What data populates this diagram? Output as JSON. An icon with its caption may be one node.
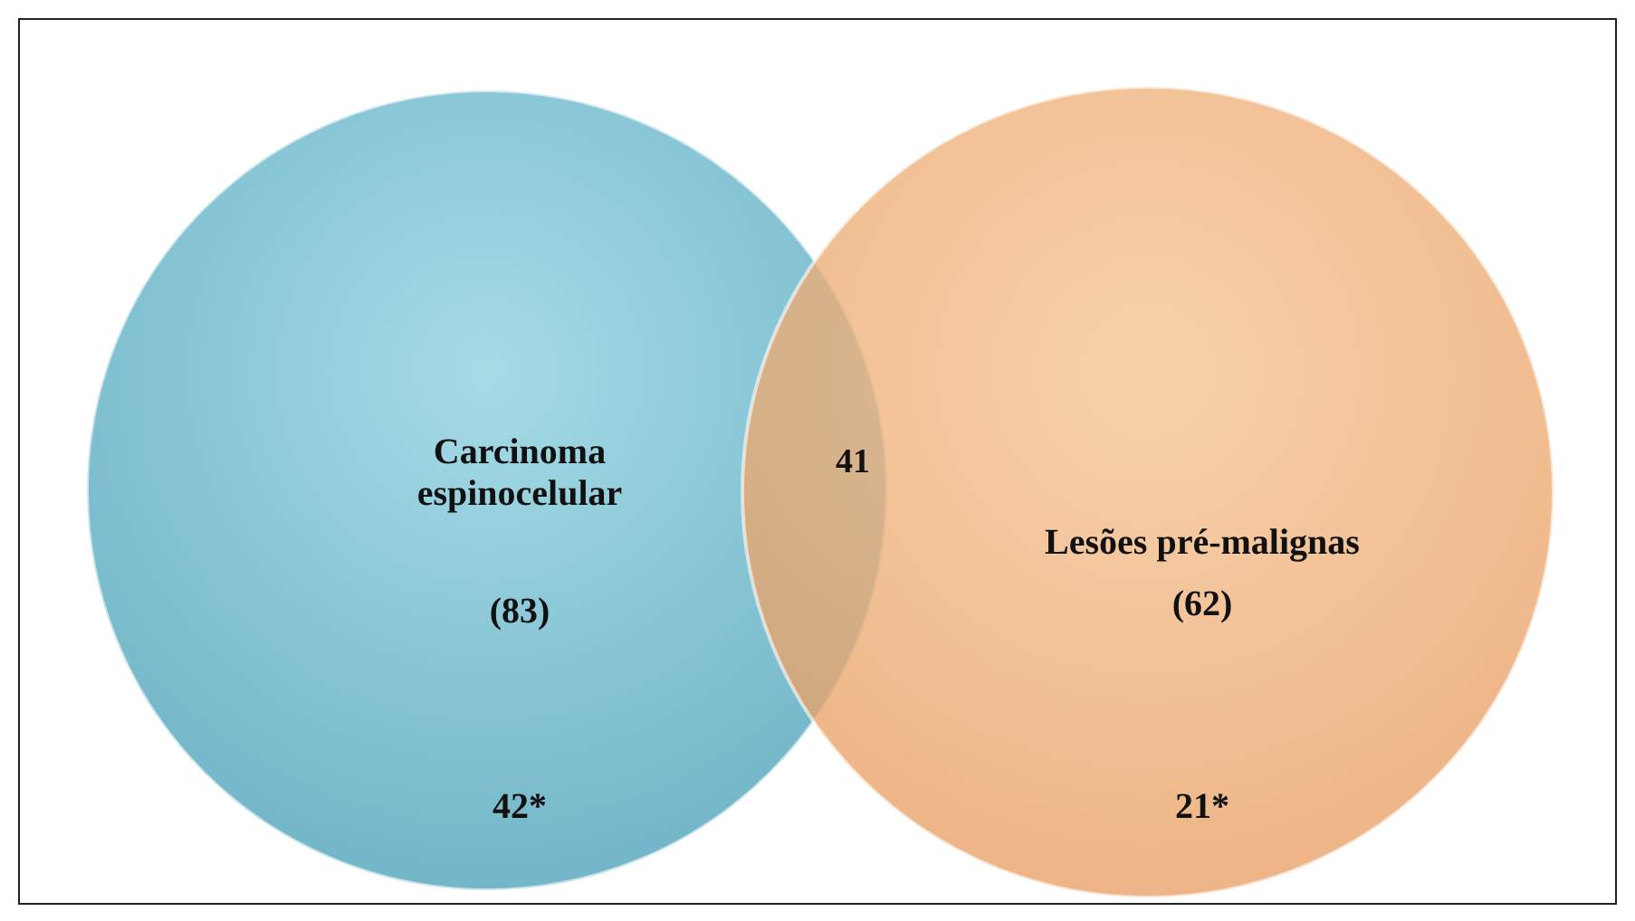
{
  "diagram": {
    "nodes": [
      {
        "text": [
          "Carcinoma espinocelular",
          "(83)",
          "42*"
        ]
      },
      {
        "text": [
          "Lesões pré-malignas",
          "(62)",
          "21*"
        ]
      }
    ],
    "labels": [
      "41"
    ]
  }
}
